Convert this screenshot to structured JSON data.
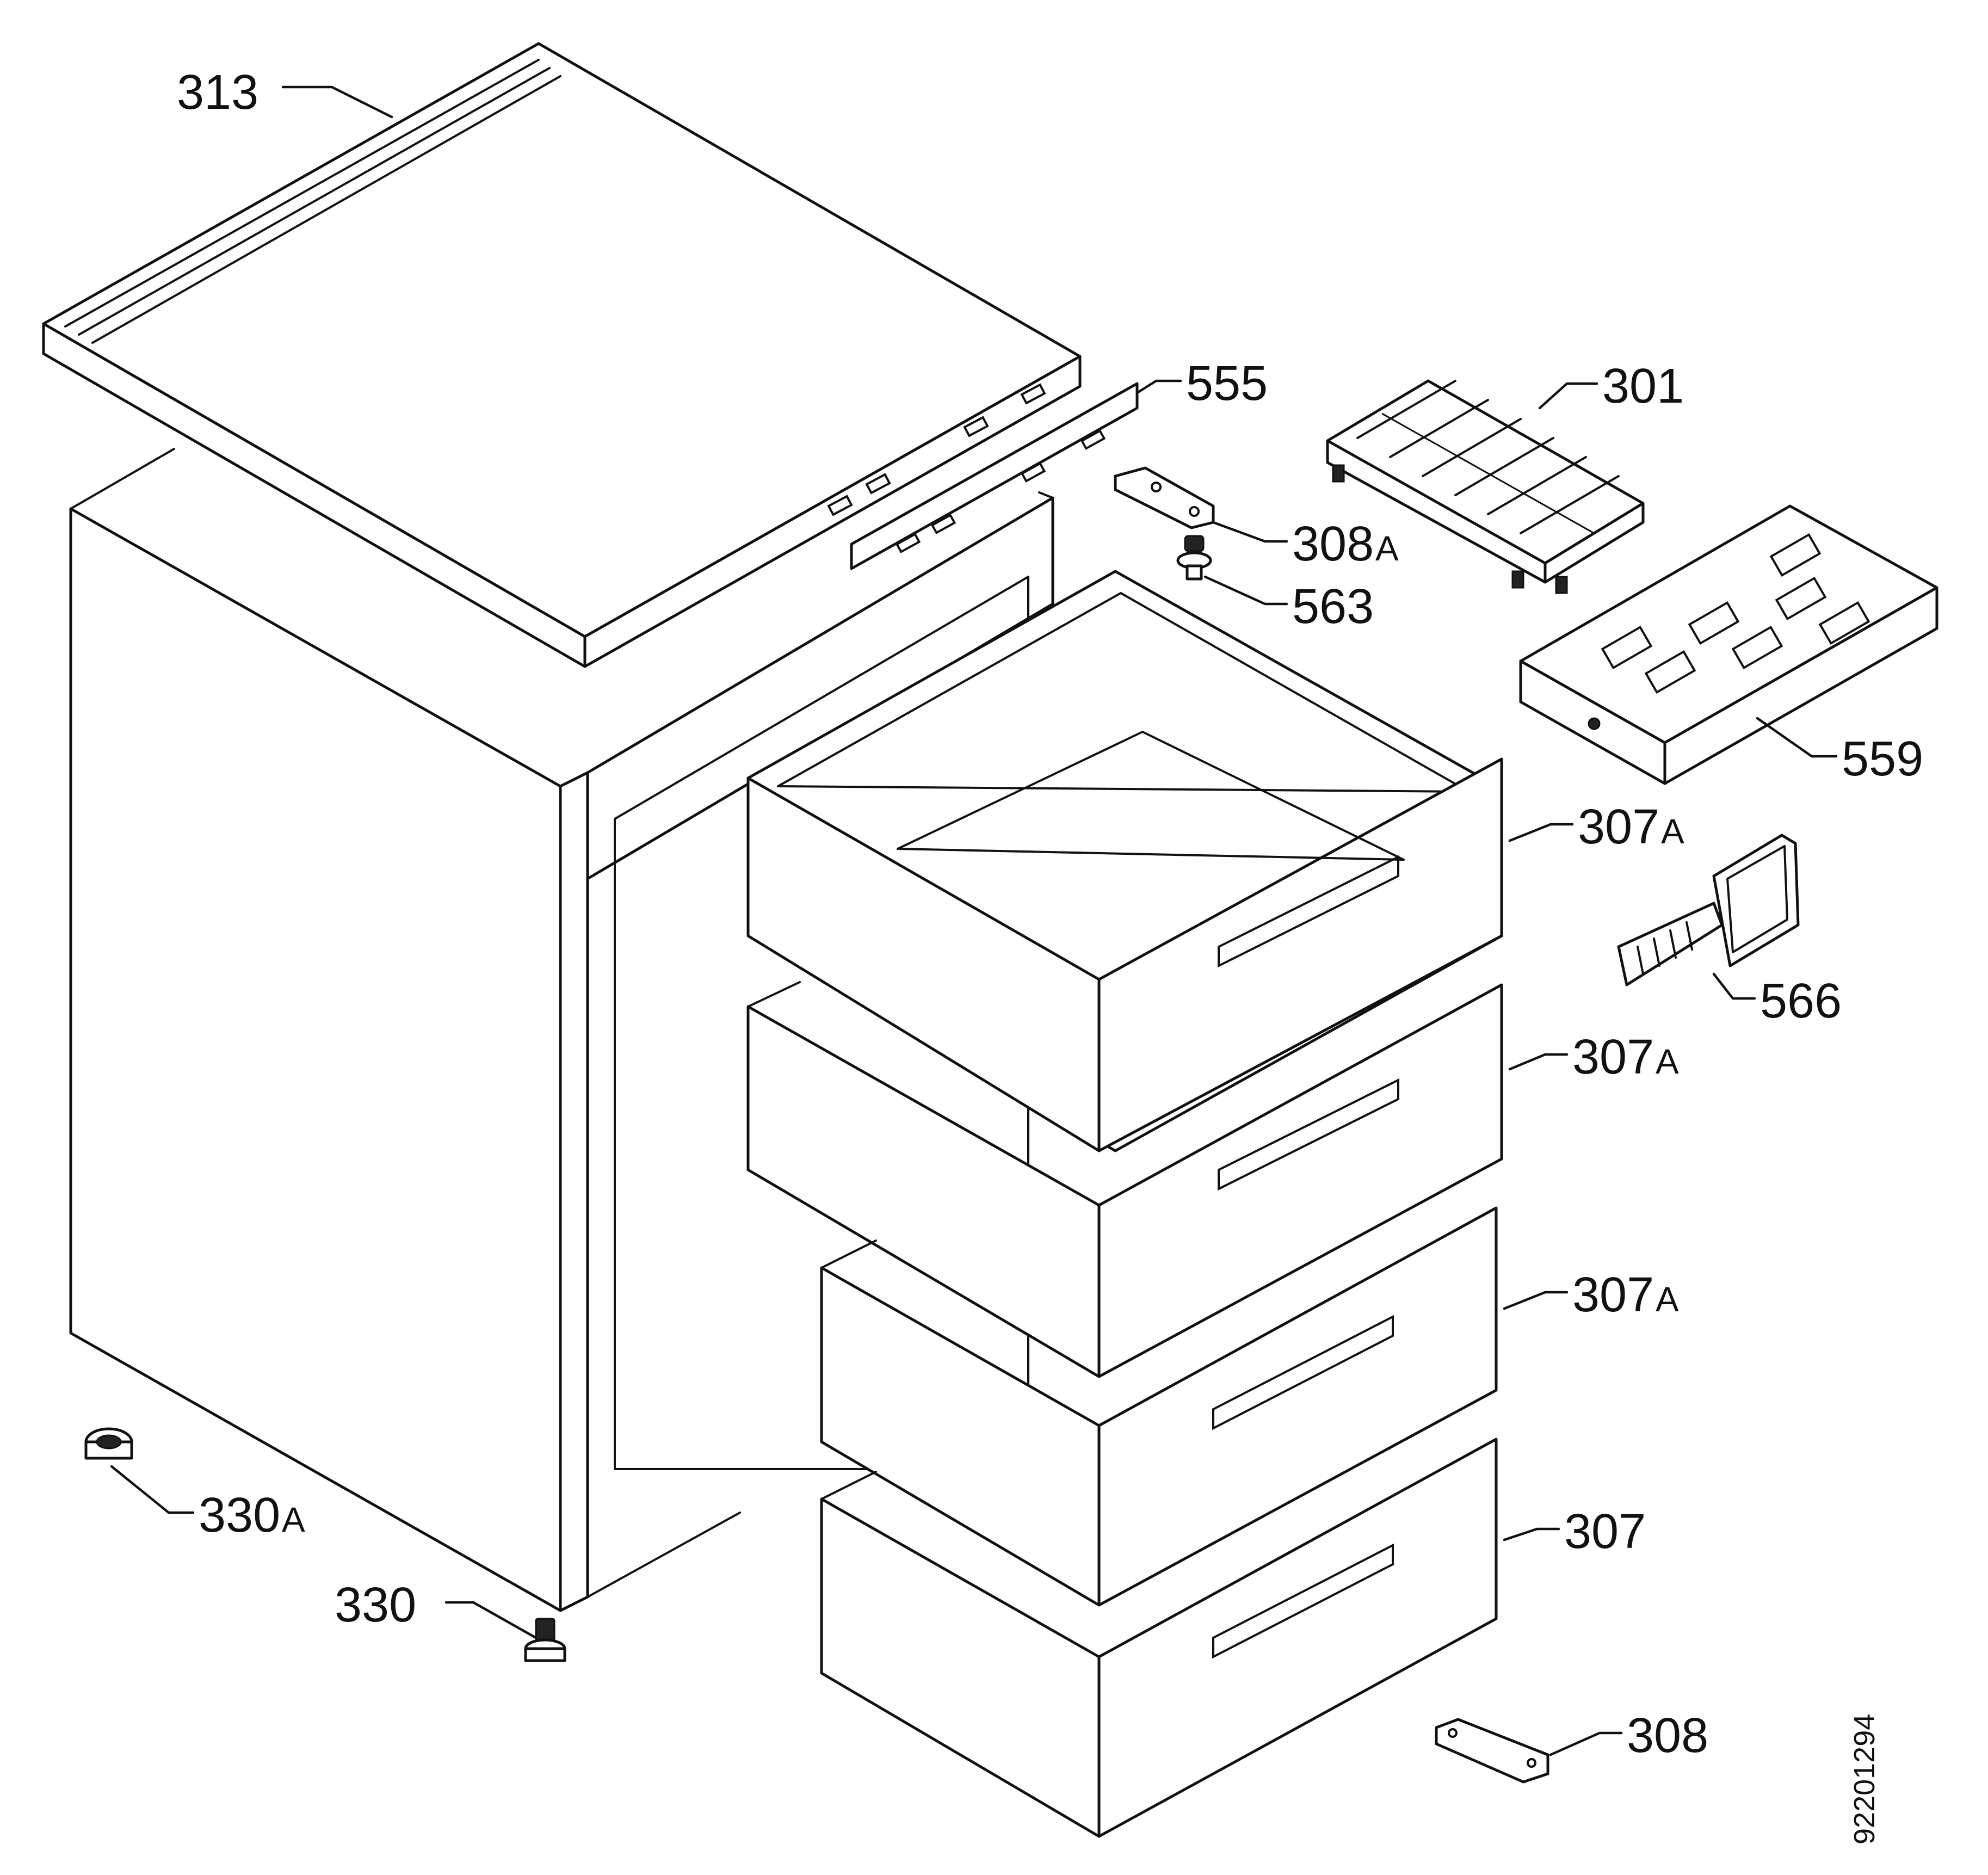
{
  "callouts": {
    "c313": "313",
    "c555": "555",
    "c301": "301",
    "c308a": "308",
    "c308a_suffix": "A",
    "c563": "563",
    "c559": "559",
    "c307a_1": "307",
    "c307a_1_suffix": "A",
    "c566": "566",
    "c307a_2": "307",
    "c307a_2_suffix": "A",
    "c307a_3": "307",
    "c307a_3_suffix": "A",
    "c330a": "330",
    "c330a_suffix": "A",
    "c330": "330",
    "c307": "307",
    "c308": "308"
  },
  "document_number": "92201294"
}
